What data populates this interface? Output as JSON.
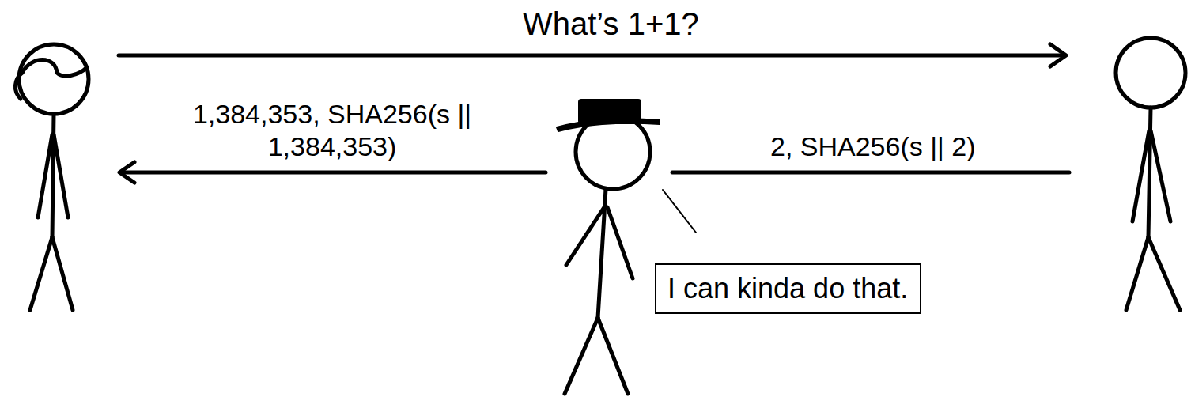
{
  "diagram": {
    "nodes": [
      {
        "text": [
          "I can kinda do that."
        ]
      }
    ],
    "labels": [
      "What’s 1+1?",
      "1,384,353, SHA256(s || 1,384,353)",
      "2, SHA256(s || 2)"
    ]
  }
}
